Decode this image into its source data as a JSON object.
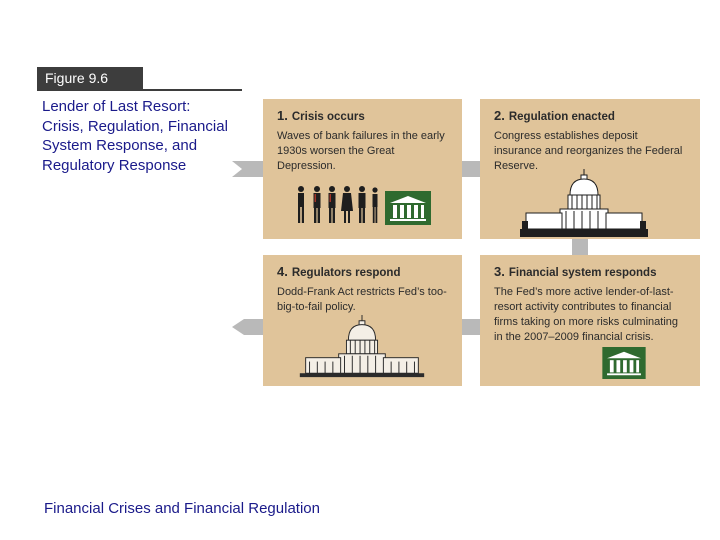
{
  "figure": {
    "label": "Figure 9.6",
    "caption": "Lender of Last Resort: Crisis, Regulation, Financial System Response, and Regulatory Response"
  },
  "panels": [
    {
      "number": "1.",
      "title": "Crisis occurs",
      "text": "Waves of bank failures in the early 1930s worsen the Great Depression."
    },
    {
      "number": "2.",
      "title": "Regulation enacted",
      "text": "Congress establishes deposit insurance and reorganizes the Federal Reserve."
    },
    {
      "number": "3.",
      "title": "Financial system responds",
      "text": "The Fed’s more active lender-of-last-resort activity contributes to financial firms taking on more risks culminating in the 2007–2009 financial crisis."
    },
    {
      "number": "4.",
      "title": "Regulators respond",
      "text": "Dodd-Frank Act restricts Fed’s too-big-to-fail policy."
    }
  ],
  "footer": "Financial Crises and Financial Regulation",
  "colors": {
    "panel": "#e0c49a",
    "arrow": "#b9b9b9",
    "bank": "#2f6a2f",
    "caption_text": "#1a1a8a",
    "tab": "#3d3d3d"
  },
  "icons": [
    "bank-building-icon",
    "capitol-building-icon",
    "people-icon"
  ]
}
